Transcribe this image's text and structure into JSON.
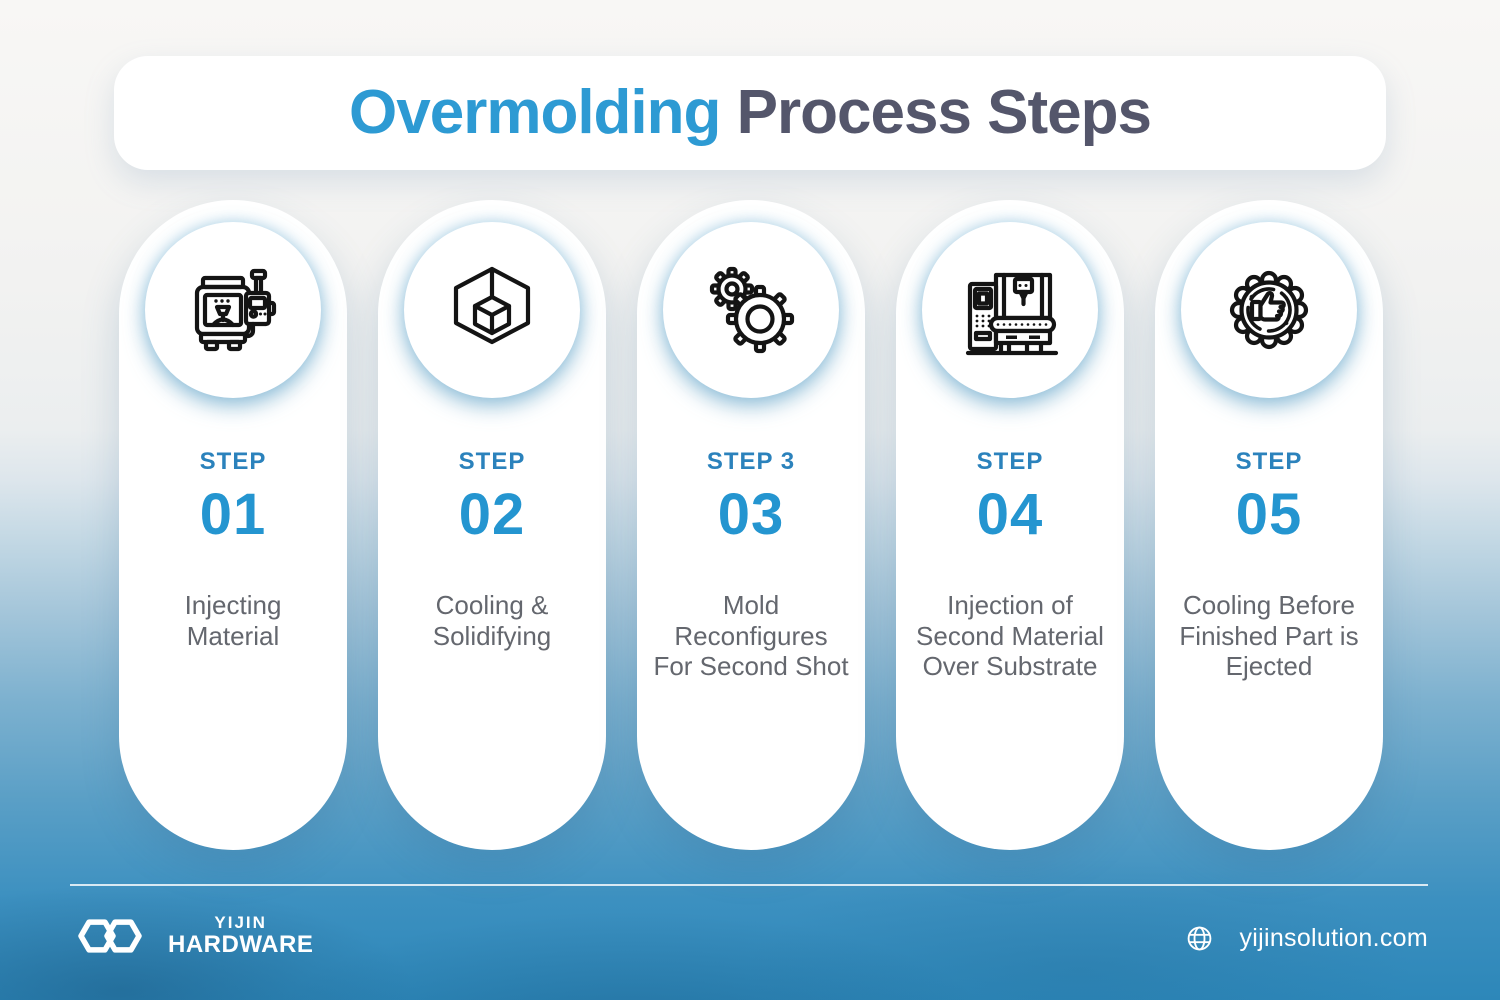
{
  "title": {
    "highlight": "Overmolding",
    "rest": "Process Steps"
  },
  "steps": [
    {
      "label": "STEP",
      "number": "01",
      "icon": "injection-molding-machine-icon",
      "description_lines": [
        "Injecting",
        "Material"
      ]
    },
    {
      "label": "STEP",
      "number": "02",
      "icon": "wireframe-cube-icon",
      "description_lines": [
        "Cooling &",
        "Solidifying"
      ]
    },
    {
      "label": "STEP 3",
      "number": "03",
      "icon": "gears-icon",
      "description_lines": [
        "Mold",
        "Reconfigures",
        "For Second Shot"
      ]
    },
    {
      "label": "STEP",
      "number": "04",
      "icon": "cnc-machine-icon",
      "description_lines": [
        "Injection of",
        "Second Material",
        "Over Substrate"
      ]
    },
    {
      "label": "STEP",
      "number": "05",
      "icon": "thumbs-up-badge-icon",
      "description_lines": [
        "Cooling Before",
        "Finished Part is",
        "Ejected"
      ]
    }
  ],
  "footer": {
    "brand_line1": "YIJIN",
    "brand_line2": "HARDWARE",
    "website": "yijinsolution.com"
  },
  "colors": {
    "title_highlight": "#2d9ad3",
    "title_rest": "#54566b",
    "step_label_blue": "#2b82bc",
    "step_number_blue": "#2495d0",
    "description_gray": "#64676e",
    "background_bottom_blue": "#2d87b9",
    "card_white": "#ffffff"
  }
}
